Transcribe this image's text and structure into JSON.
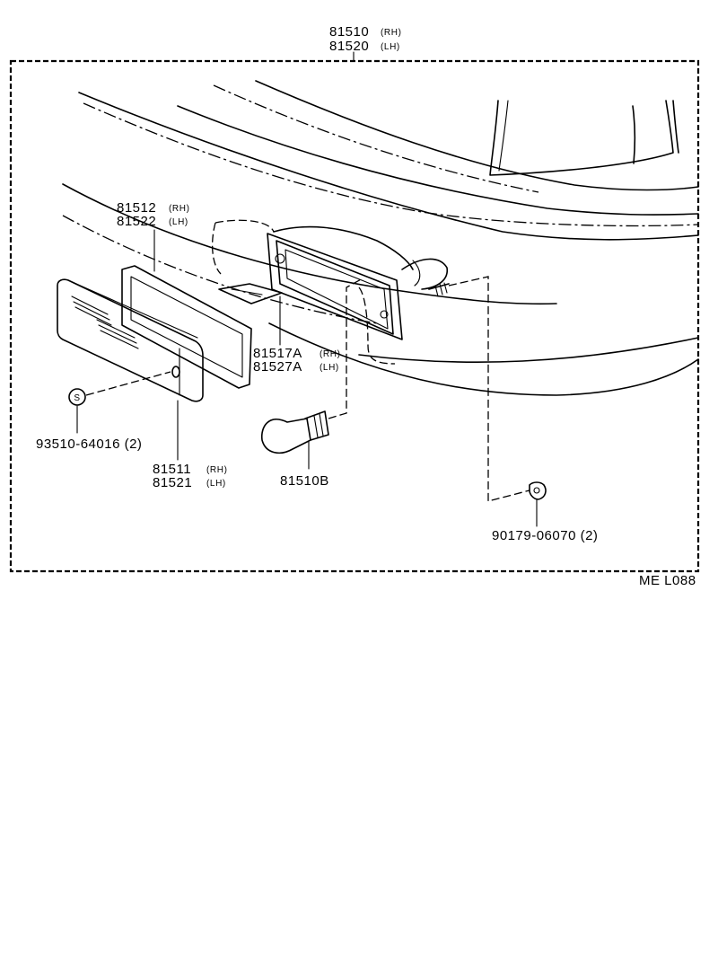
{
  "labels": {
    "assembly_rh_code": "81510",
    "assembly_rh_side": "(RH)",
    "assembly_lh_code": "81520",
    "assembly_lh_side": "(LH)",
    "gasket_rh_code": "81512",
    "gasket_rh_side": "(RH)",
    "gasket_lh_code": "81522",
    "gasket_lh_side": "(LH)",
    "reflector_rh_code": "81517A",
    "reflector_rh_side": "(RH)",
    "reflector_lh_code": "81527A",
    "reflector_lh_side": "(LH)",
    "screw_code": "93510-64016 (2)",
    "screw_symbol": "S",
    "lens_rh_code": "81511",
    "lens_rh_side": "(RH)",
    "lens_lh_code": "81521",
    "lens_lh_side": "(LH)",
    "bulb_code": "81510B",
    "nut_code": "90179-06070 (2)",
    "diagram_ref": "ME  L088"
  }
}
